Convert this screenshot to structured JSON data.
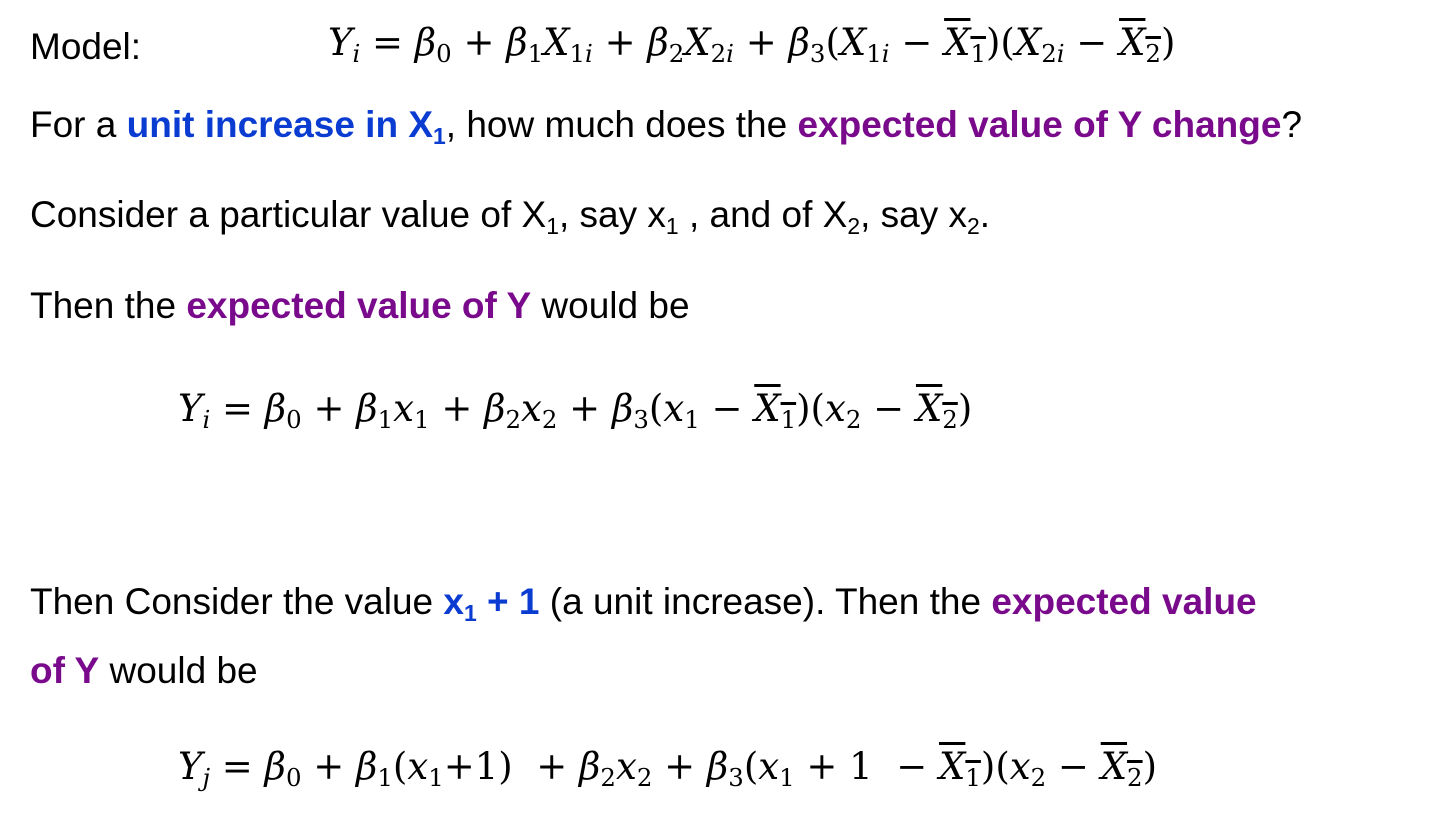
{
  "model_label": "Model:",
  "q_part1": "For a ",
  "q_unit_inc": "unit increase in X",
  "q_unit_sub": "1",
  "q_part2": ", how much does the ",
  "q_expected": "expected value of Y change",
  "q_part3": "?",
  "consider_a": "Consider a particular value of X",
  "sub1": "1",
  "consider_b": ", say x",
  "consider_c": " , and of X",
  "sub2": "2",
  "consider_d": ", say x",
  "consider_e": ".",
  "then_a": "Then the ",
  "then_expected": "expected value of Y",
  "then_b": " would be",
  "then2_a": "Then Consider the value ",
  "then2_x": "x",
  "then2_plus": " + 1",
  "then2_b": "  (a unit increase). Then the ",
  "then2_expected": "expected value",
  "then2_expected2": "of Y",
  "then2_c": " would be",
  "eq_model": "Y_i = β0 + β1 X1i + β2 X2i + β3 (X1i − X̄1)(X2i − X̄2)",
  "eq_first": "Y_i = β0 + β1 x1 + β2 x2 + β3 (x1 − X̄1)(x2 − X̄2)",
  "eq_second": "Y_j = β0 + β1 (x1+1) + β2 x2 + β3 (x1 + 1 − X̄1)(x2 − X̄2)",
  "colors": {
    "blue": "#0a3cd2",
    "purple": "#7a0a8c"
  }
}
